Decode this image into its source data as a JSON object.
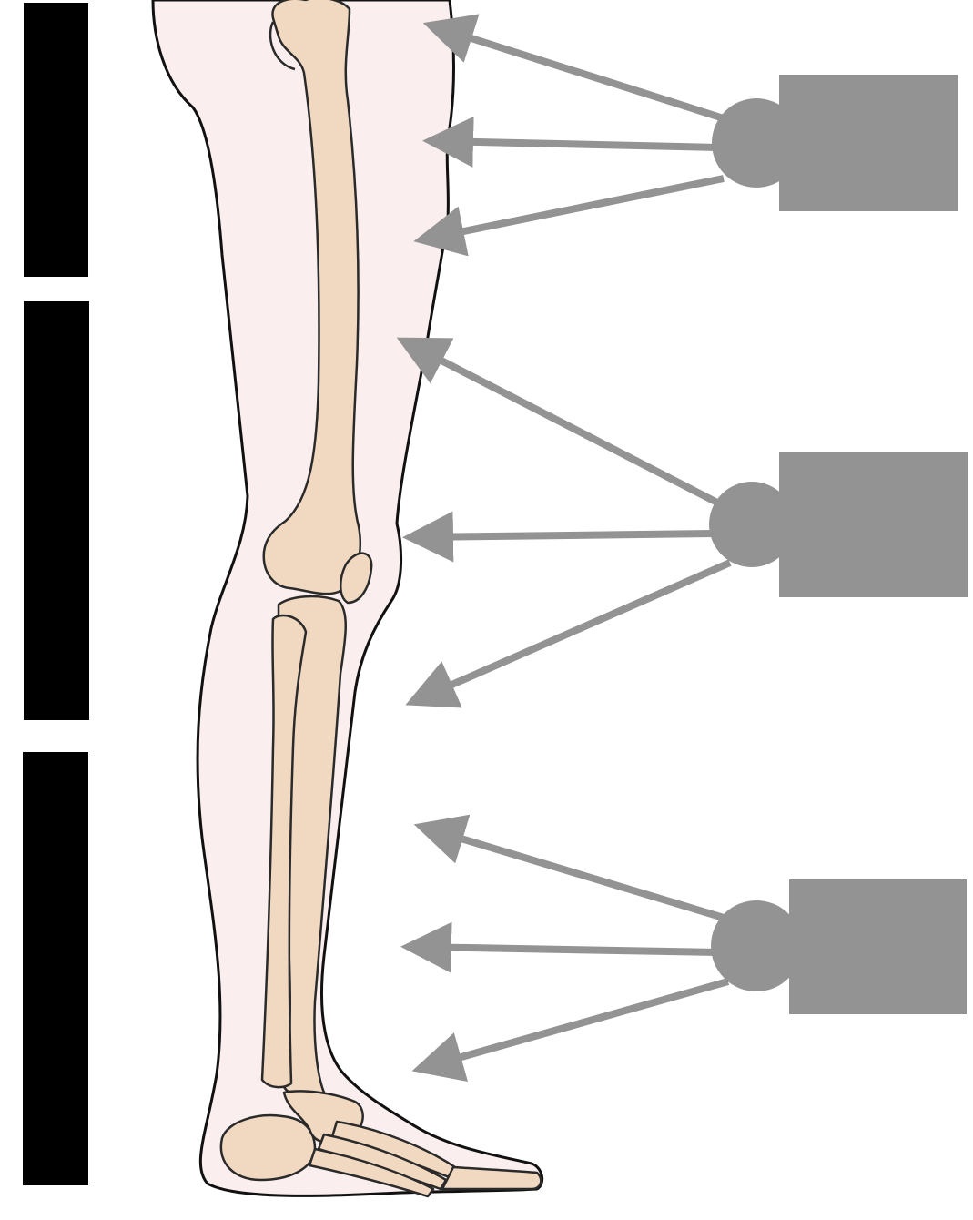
{
  "colors": {
    "background": "#ffffff",
    "skin_fill": "#fbeeee",
    "outline": "#111111",
    "bone_fill": "#f1d9c1",
    "bone_outline": "#2a2a2a",
    "label_placeholder": "#939393",
    "arrow": "#939393",
    "region_bar": "#000000"
  },
  "regions": [
    {
      "name": "thigh"
    },
    {
      "name": "knee"
    },
    {
      "name": "lower-leg"
    }
  ],
  "label_groups": [
    {
      "name": "thigh-labels",
      "arrows": 3
    },
    {
      "name": "knee-labels",
      "arrows": 3
    },
    {
      "name": "lower-leg-labels",
      "arrows": 3
    }
  ],
  "icons": {
    "arrowhead": "triangle-arrowhead-icon"
  }
}
